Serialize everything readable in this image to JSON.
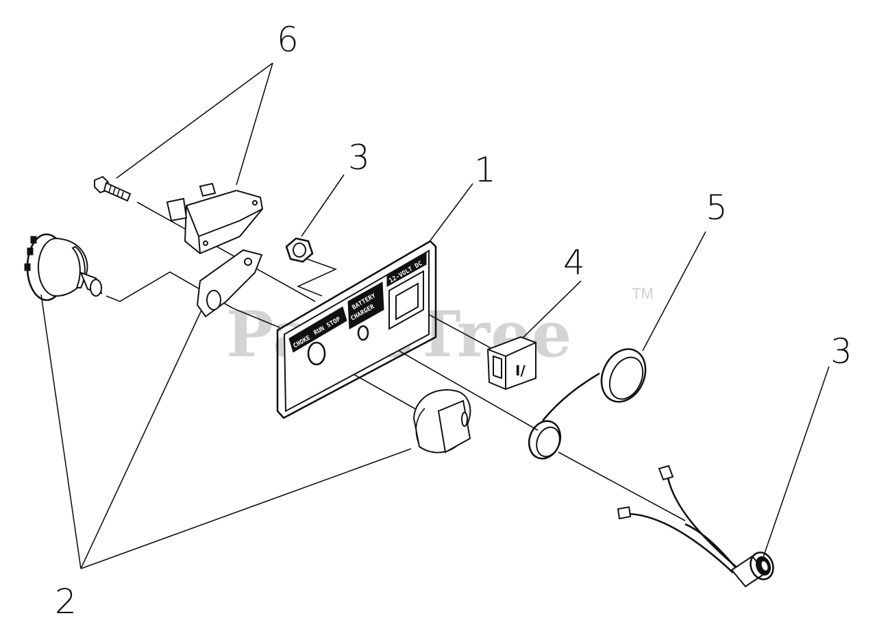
{
  "watermark": {
    "text": "PartsTree",
    "trademark": "TM"
  },
  "callouts": [
    "6",
    "3",
    "1",
    "5",
    "4",
    "3",
    "2"
  ],
  "panel_labels": {
    "choke": "CHOKE",
    "run_stop": "RUN STOP",
    "battery": "BATTERY",
    "charger": "CHARGER",
    "volt_dc": "12-VOLT DC"
  }
}
